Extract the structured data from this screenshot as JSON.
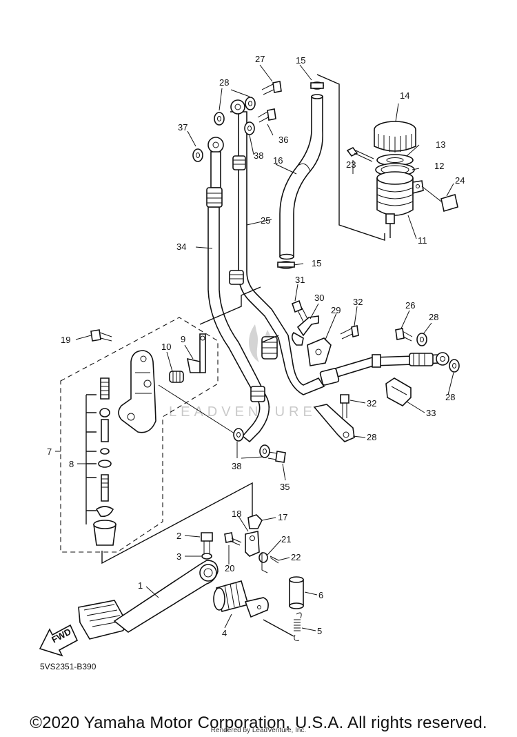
{
  "diagram": {
    "part_labels": [
      "1",
      "2",
      "3",
      "4",
      "5",
      "6",
      "7",
      "8",
      "9",
      "10",
      "11",
      "12",
      "13",
      "14",
      "15",
      "15",
      "16",
      "17",
      "18",
      "19",
      "20",
      "21",
      "22",
      "23",
      "24",
      "25",
      "26",
      "27",
      "28",
      "28",
      "28",
      "28",
      "29",
      "30",
      "31",
      "32",
      "32",
      "33",
      "34",
      "35",
      "36",
      "37",
      "38",
      "38",
      "38"
    ],
    "fwd_label": "FWD",
    "diagram_code": "5VS2351-B390",
    "watermark": "LEADVENTURE"
  },
  "footer": {
    "copyright": "©2020 Yamaha Motor Corporation, U.S.A. All rights reserved.",
    "rendered_by": "Rendered by LeadVenture, Inc."
  }
}
